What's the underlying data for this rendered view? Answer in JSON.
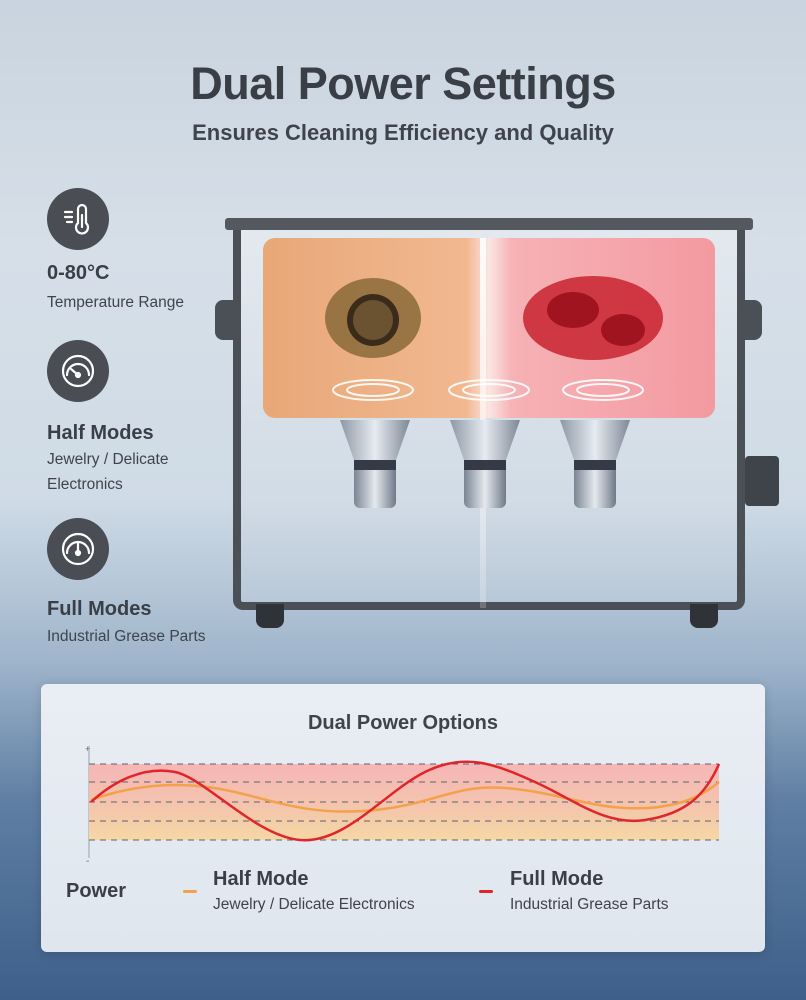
{
  "header": {
    "title": "Dual Power Settings",
    "subtitle": "Ensures Cleaning Efficiency and Quality"
  },
  "features": [
    {
      "icon": "thermometer-icon",
      "title": "0-80°C",
      "desc": "Temperature Range"
    },
    {
      "icon": "half-gauge-icon",
      "title": "Half Modes",
      "desc": "Jewelry / Delicate Electronics"
    },
    {
      "icon": "full-gauge-icon",
      "title": "Full Modes",
      "desc": "Industrial Grease Parts"
    }
  ],
  "panel": {
    "title": "Dual Power Options",
    "axis": {
      "plus": "+",
      "minus": "-"
    },
    "power_label": "Power",
    "half": {
      "title": "Half Mode",
      "desc": "Jewelry / Delicate Electronics",
      "color": "#f5a04a"
    },
    "full": {
      "title": "Full Mode",
      "desc": "Industrial Grease Parts",
      "color": "#e0252b"
    }
  }
}
